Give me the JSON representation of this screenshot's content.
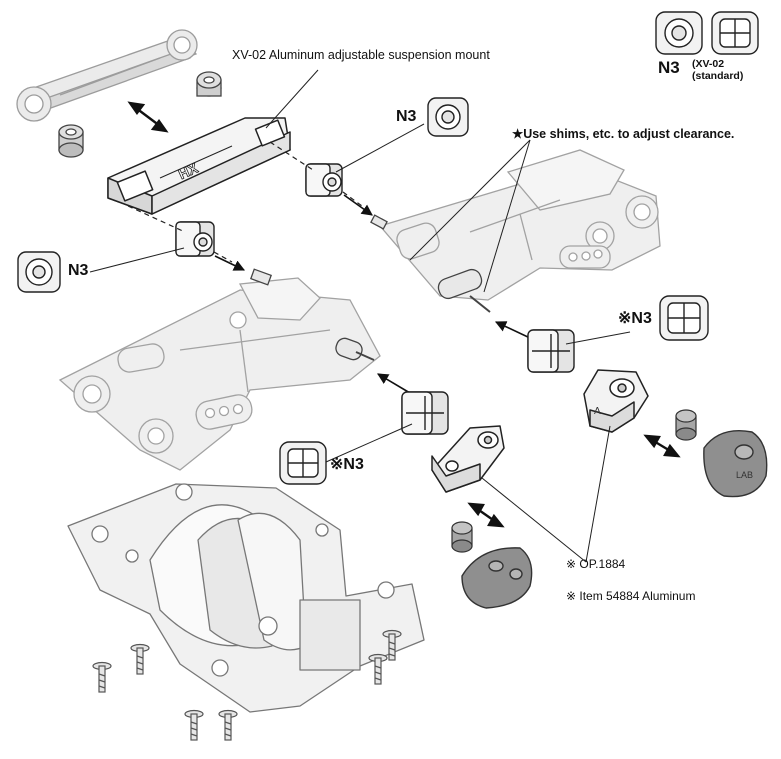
{
  "diagram": {
    "labels": {
      "suspension_mount": "XV-02 Aluminum adjustable suspension mount",
      "shim_note": "★Use shims, etc. to adjust clearance.",
      "n3": "N3",
      "n3_marked": "※N3",
      "legend_n3": "N3",
      "legend_xv02_line1": "(XV-02",
      "legend_xv02_line2": "(standard)",
      "option_ref": "※ OP.1884",
      "item_ref": "※ Item 54884 Aluminum",
      "hx_mark": "HX",
      "block_mark_a": "A",
      "block_mark_b": "LAB"
    },
    "colors": {
      "line": "#222222",
      "ghost_fill": "#ebebeb",
      "ghost_line": "#9c9c9c",
      "gray_part": "#8f8f8f"
    }
  }
}
